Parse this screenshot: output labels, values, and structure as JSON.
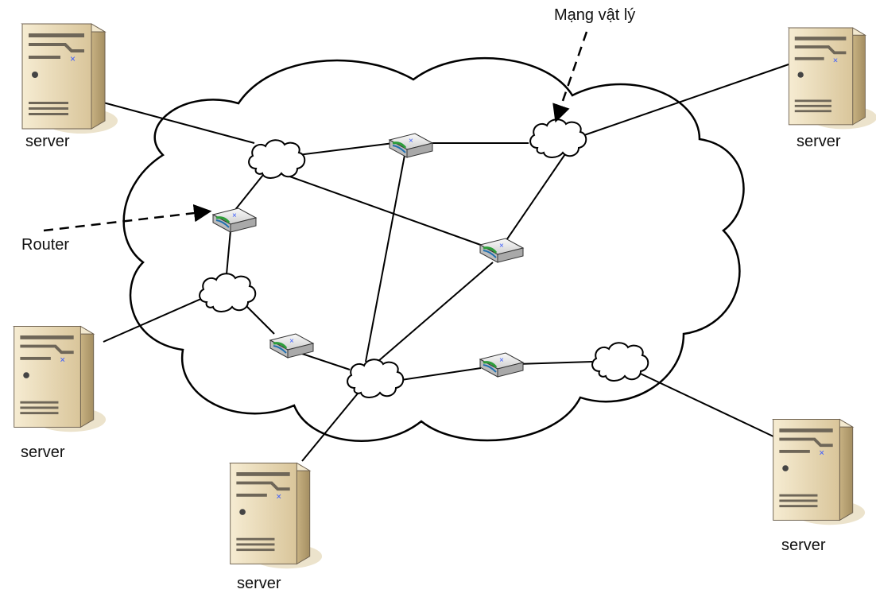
{
  "labels": {
    "physical_network": "Mạng vật lý",
    "router": "Router",
    "server": "server"
  },
  "colors": {
    "background": "#ffffff",
    "stroke": "#000000",
    "server_light": "#efe3c4",
    "server_dark": "#c9b68c",
    "server_shadow": "#e9dfc8",
    "router_body": "#e6e6e6",
    "router_accent": "#2e9d3a",
    "marker": "#3a5bff"
  },
  "icons": [
    "server-icon",
    "router-icon",
    "cloud-icon",
    "arrow-icon"
  ]
}
